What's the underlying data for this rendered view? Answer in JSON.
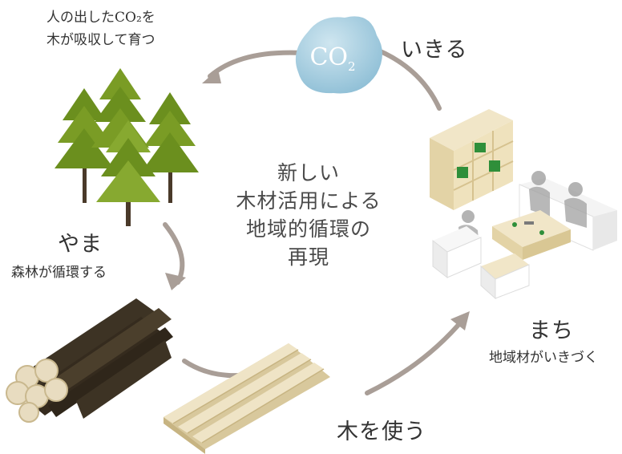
{
  "co2_bubble": {
    "text": "CO",
    "subscript": "2"
  },
  "labels": {
    "ikiru": "いきる",
    "co2_caption_line1": "人の出したCO₂を",
    "co2_caption_line2": "木が吸収して育つ",
    "yama": "やま",
    "yama_caption": "森林が循環する",
    "machi": "まち",
    "machi_caption": "地域材がいきづく",
    "ki_wo_tsukau": "木を使う"
  },
  "center_text": [
    "新しい",
    "木材活用による",
    "地域的循環の",
    "再現"
  ],
  "colors": {
    "arrow": "#a99e97",
    "tree_dark": "#6b8f1e",
    "tree_light": "#87a930",
    "trunk": "#4a3a2a",
    "log_dark": "#3d3324",
    "log_end": "#e8dcc0",
    "lumber": "#e9dcb8",
    "furniture_green": "#2f8f3a",
    "co2_bubble": "#a9cfe0"
  }
}
